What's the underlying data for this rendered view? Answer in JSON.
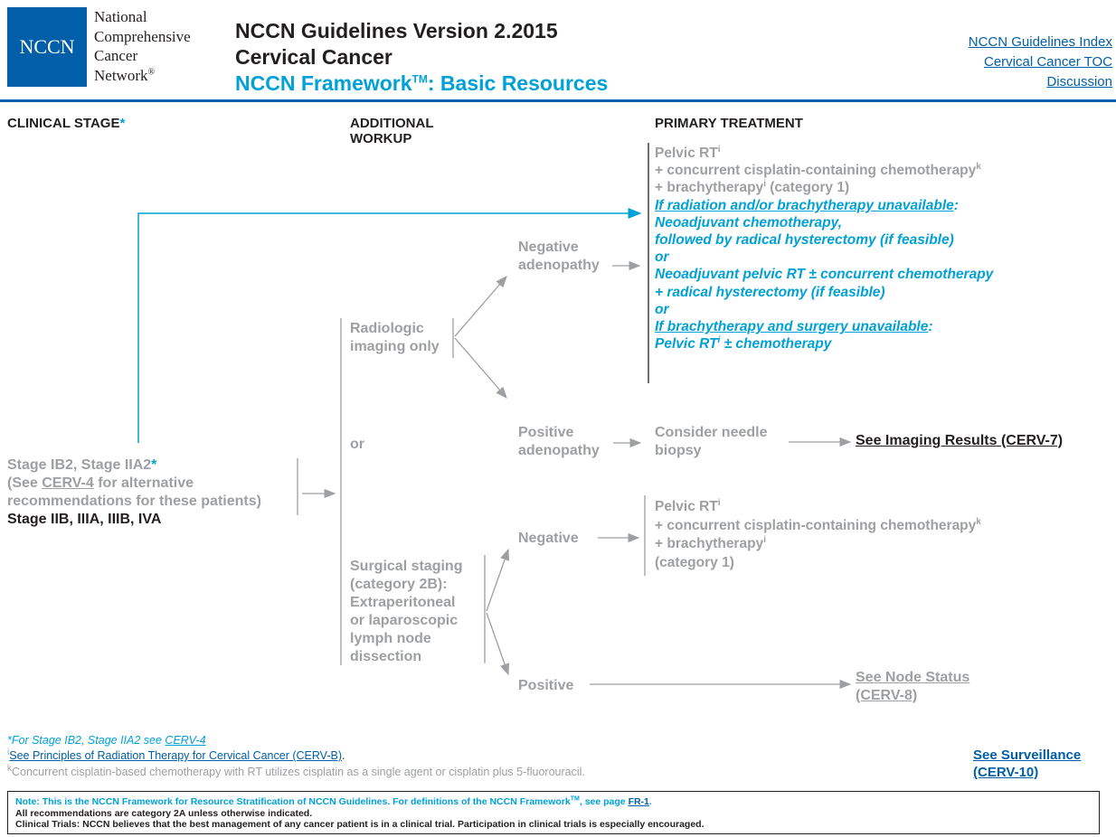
{
  "header": {
    "logo_abbrev": "NCCN",
    "logo_lines": [
      "National",
      "Comprehensive",
      "Cancer",
      "Network"
    ],
    "logo_reg": "®",
    "title_line1": "NCCN Guidelines Version 2.2015",
    "title_line2": "Cervical Cancer",
    "title_line3_pre": "NCCN Framework",
    "title_line3_tm": "TM",
    "title_line3_post": ": Basic Resources",
    "links": [
      "NCCN Guidelines Index",
      "Cervical Cancer TOC",
      "Discussion"
    ]
  },
  "columns": {
    "clinical_stage": "CLINICAL STAGE",
    "clinical_stage_star": "*",
    "additional_workup_1": "ADDITIONAL",
    "additional_workup_2": "WORKUP",
    "primary_treatment": "PRIMARY TREATMENT"
  },
  "stage": {
    "line1": "Stage IB2, Stage IIA2",
    "line1_star": "*",
    "line2_pre": "(See ",
    "line2_link": "CERV-4",
    "line2_post": " for alternative",
    "line3": "recommendations for these patients)",
    "line4": "Stage IIB, IIIA, IIIB, IVA"
  },
  "workup": {
    "radiologic_1": "Radiologic",
    "radiologic_2": "imaging only",
    "or": "or",
    "surgical": [
      "Surgical staging",
      "(category 2B):",
      "Extraperitoneal",
      "or laparoscopic",
      "lymph node",
      "dissection"
    ]
  },
  "radiologic_results": {
    "negative_1": "Negative",
    "negative_2": "adenopathy",
    "positive_1": "Positive",
    "positive_2": "adenopathy",
    "needle_1": "Consider needle",
    "needle_2": "biopsy",
    "imaging_results": "See Imaging Results (CERV-7)"
  },
  "surgical_results": {
    "negative": "Negative",
    "positive": "Positive",
    "node_status_1": "See Node Status",
    "node_status_2": "(CERV-8)"
  },
  "treatment_top": {
    "l1": "Pelvic RT",
    "l1_sup": "i",
    "l2": "+ concurrent cisplatin-containing chemotherapy",
    "l2_sup": "k",
    "l3_pre": "+ brachytherapy",
    "l3_sup": "i",
    "l3_post": " (category 1)",
    "l4_link": "If radiation and/or brachytherapy unavailable",
    "l4_colon": ":",
    "l5": "Neoadjuvant chemotherapy,",
    "l6": "followed by radical hysterectomy (if feasible)",
    "l7": "or",
    "l8": "Neoadjuvant pelvic RT ± concurrent chemotherapy",
    "l9": "+ radical hysterectomy (if feasible)",
    "l10": "or",
    "l11_link": "If brachytherapy and surgery unavailable",
    "l11_colon": ":",
    "l12_pre": "Pelvic RT",
    "l12_sup": "i",
    "l12_post": " ± chemotherapy"
  },
  "treatment_mid": {
    "l1": "Pelvic RT",
    "l1_sup": "i",
    "l2": "+ concurrent cisplatin-containing chemotherapy",
    "l2_sup": "k",
    "l3": "+ brachytherapy",
    "l3_sup": "i",
    "l4": "(category 1)"
  },
  "footnotes": {
    "star_pre": "*For Stage IB2, Stage IIA2 see ",
    "star_link": "CERV-4",
    "i_sup": "i",
    "i_text": "See Principles of Radiation Therapy for Cervical Cancer (CERV-B)",
    "i_period": ".",
    "k_sup": "k",
    "k_text": "Concurrent cisplatin-based chemotherapy with RT utilizes cisplatin as a single agent or cisplatin plus 5-fluorouracil.",
    "surveillance_1": "See Surveillance",
    "surveillance_2": "(CERV-10)"
  },
  "note": {
    "l1_pre": "Note: This is the NCCN Framework for Resource Stratification of NCCN Guidelines. For definitions of the NCCN Framework",
    "l1_tm": "TM",
    "l1_mid": ", see page ",
    "l1_link": "FR-1",
    "l1_end": ".",
    "l2": "All recommendations are category 2A unless otherwise indicated.",
    "l3": "Clinical Trials: NCCN believes that the best management of any cancer patient is in a clinical trial.  Participation in clinical trials is especially encouraged."
  },
  "colors": {
    "brand_blue": "#005fa8",
    "accent_cyan": "#00a1d6",
    "gray": "#9d9fa2",
    "text": "#231f20"
  }
}
